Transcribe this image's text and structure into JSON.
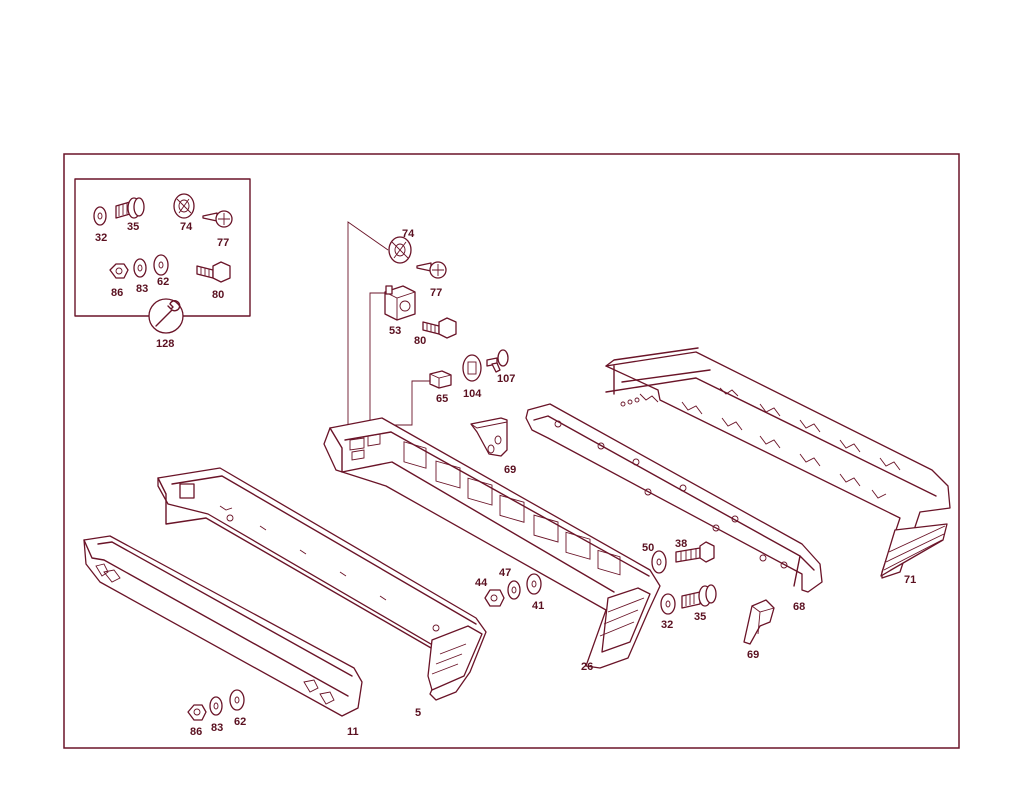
{
  "diagram": {
    "colors": {
      "line": "#6a1428",
      "label": "#5a1020",
      "background": "#ffffff"
    },
    "inset_labels": [
      "32",
      "35",
      "74",
      "77",
      "86",
      "83",
      "62",
      "80",
      "128"
    ],
    "inset_icon": "wrench-icon",
    "part_labels": {
      "p74": "74",
      "p77": "77",
      "p53": "53",
      "p80": "80",
      "p104": "104",
      "p107": "107",
      "p65": "65",
      "p69a": "69",
      "p69b": "69",
      "p71": "71",
      "p68": "68",
      "p50": "50",
      "p38": "38",
      "p32": "32",
      "p35": "35",
      "p44": "44",
      "p47": "47",
      "p41": "41",
      "p26": "26",
      "p5": "5",
      "p11": "11",
      "p86": "86",
      "p83": "83",
      "p62": "62"
    }
  }
}
